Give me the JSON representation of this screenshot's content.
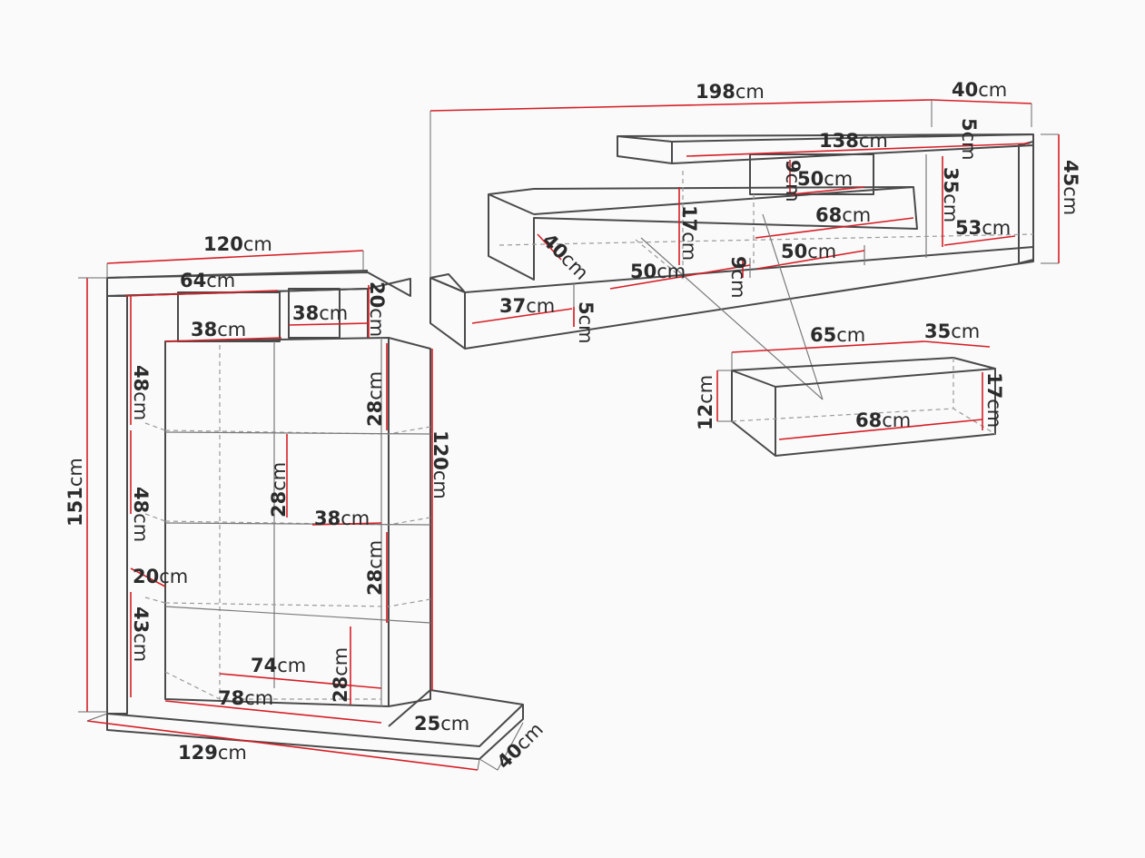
{
  "unit": "cm",
  "shelf_unit": {
    "dims": [
      {
        "id": "overall-width",
        "value": "120"
      },
      {
        "id": "top-depth",
        "value": "64"
      },
      {
        "id": "top-niche-width",
        "value": "38"
      },
      {
        "id": "small-niche-width",
        "value": "38"
      },
      {
        "id": "niche-height",
        "value": "20"
      },
      {
        "id": "right-compartment-height",
        "value": "28"
      },
      {
        "id": "left-upper-height",
        "value": "48"
      },
      {
        "id": "left-middle-height",
        "value": "48"
      },
      {
        "id": "left-shelf",
        "value": "20"
      },
      {
        "id": "left-lower-height",
        "value": "43"
      },
      {
        "id": "center-compartment-height",
        "value": "28"
      },
      {
        "id": "center-shelf-width",
        "value": "38"
      },
      {
        "id": "right-lower-height",
        "value": "28"
      },
      {
        "id": "inner-height",
        "value": "120"
      },
      {
        "id": "total-height",
        "value": "151"
      },
      {
        "id": "bottom-inner-width",
        "value": "74"
      },
      {
        "id": "bottom-compartment-height",
        "value": "28"
      },
      {
        "id": "bottom-width",
        "value": "78"
      },
      {
        "id": "base-depth",
        "value": "25"
      },
      {
        "id": "base-width",
        "value": "129"
      },
      {
        "id": "base-side",
        "value": "40"
      }
    ]
  },
  "tv_unit": {
    "dims": [
      {
        "id": "total-width",
        "value": "198"
      },
      {
        "id": "depth",
        "value": "40"
      },
      {
        "id": "top-shelf-width",
        "value": "138"
      },
      {
        "id": "top-shelf-thickness",
        "value": "5"
      },
      {
        "id": "height",
        "value": "45"
      },
      {
        "id": "upper-niche-height",
        "value": "9"
      },
      {
        "id": "upper-niche-width",
        "value": "50"
      },
      {
        "id": "right-height",
        "value": "35"
      },
      {
        "id": "middle-width",
        "value": "68"
      },
      {
        "id": "left-height",
        "value": "17"
      },
      {
        "id": "right-width",
        "value": "53"
      },
      {
        "id": "left-depth",
        "value": "40"
      },
      {
        "id": "lower-width-right",
        "value": "50"
      },
      {
        "id": "lower-width-left",
        "value": "50"
      },
      {
        "id": "lower-niche-height",
        "value": "9"
      },
      {
        "id": "plinth-width",
        "value": "37"
      },
      {
        "id": "plinth-height",
        "value": "5"
      }
    ]
  },
  "drawer": {
    "dims": [
      {
        "id": "front-width",
        "value": "65"
      },
      {
        "id": "depth",
        "value": "35"
      },
      {
        "id": "height",
        "value": "12"
      },
      {
        "id": "side-height",
        "value": "17"
      },
      {
        "id": "inner-width",
        "value": "68"
      }
    ]
  }
}
